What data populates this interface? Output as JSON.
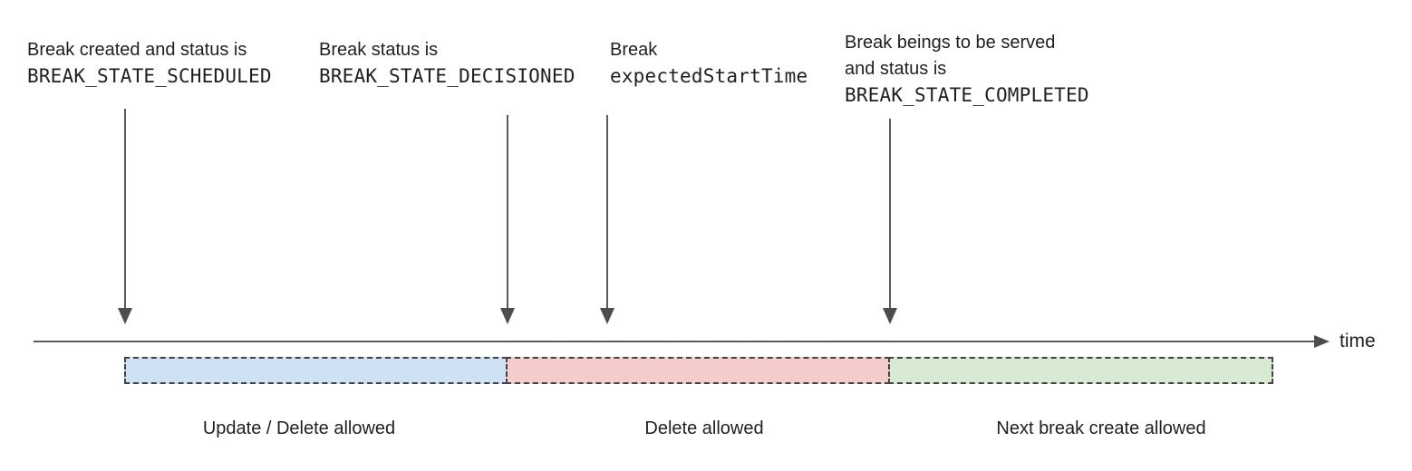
{
  "annotations": [
    {
      "text": "Break created and status is",
      "code": "BREAK_STATE_SCHEDULED"
    },
    {
      "text": "Break status is",
      "code": "BREAK_STATE_DECISIONED"
    },
    {
      "text": "Break",
      "code": "expectedStartTime"
    },
    {
      "text": "Break beings to be served",
      "text2": "and status is",
      "code": "BREAK_STATE_COMPLETED"
    }
  ],
  "timeline": {
    "axis_label": "time"
  },
  "segments": [
    {
      "label": "Update / Delete allowed",
      "color": "#cfe2f3"
    },
    {
      "label": "Delete allowed",
      "color": "#f4cccc"
    },
    {
      "label": "Next break create allowed",
      "color": "#d9ead3"
    }
  ],
  "colors": {
    "segment_blue": "#cfe2f3",
    "segment_red": "#f4cccc",
    "segment_green": "#d9ead3",
    "axis_line": "#5a5a5a",
    "dashed_border": "#434343",
    "text": "#1f1f1f"
  }
}
